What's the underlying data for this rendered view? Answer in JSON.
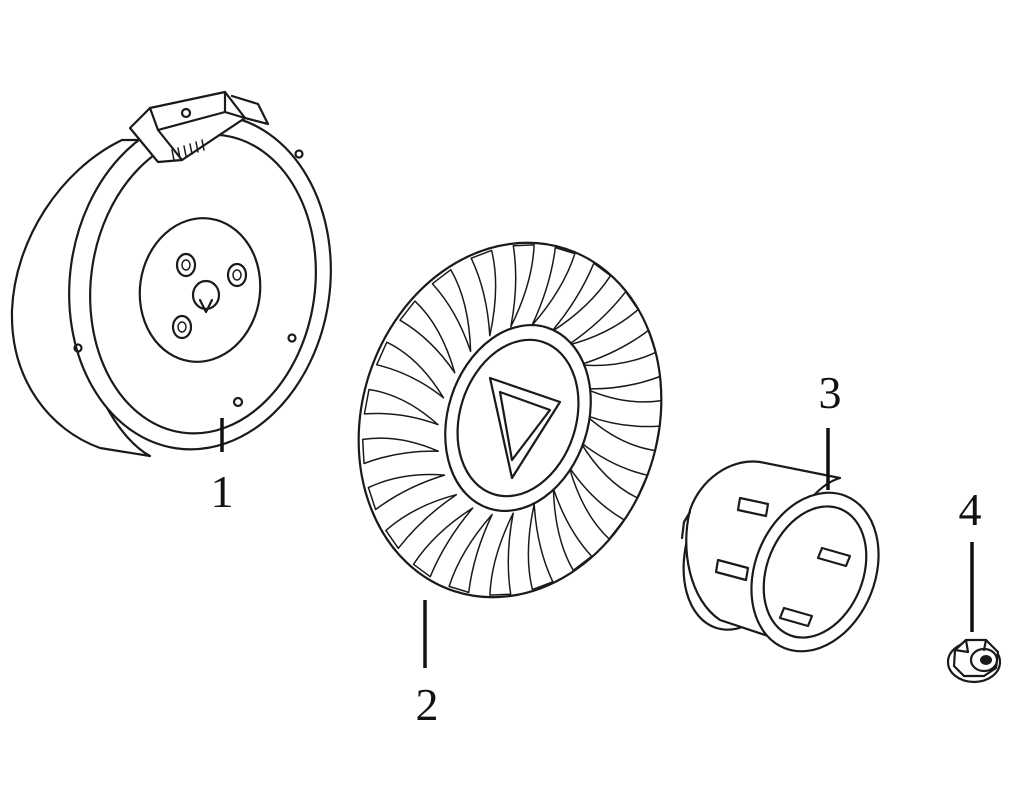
{
  "callouts": [
    {
      "id": "1"
    },
    {
      "id": "2"
    },
    {
      "id": "3"
    },
    {
      "id": "4"
    }
  ],
  "colors": {
    "line": "#1a1a1a",
    "background": "#ffffff"
  }
}
